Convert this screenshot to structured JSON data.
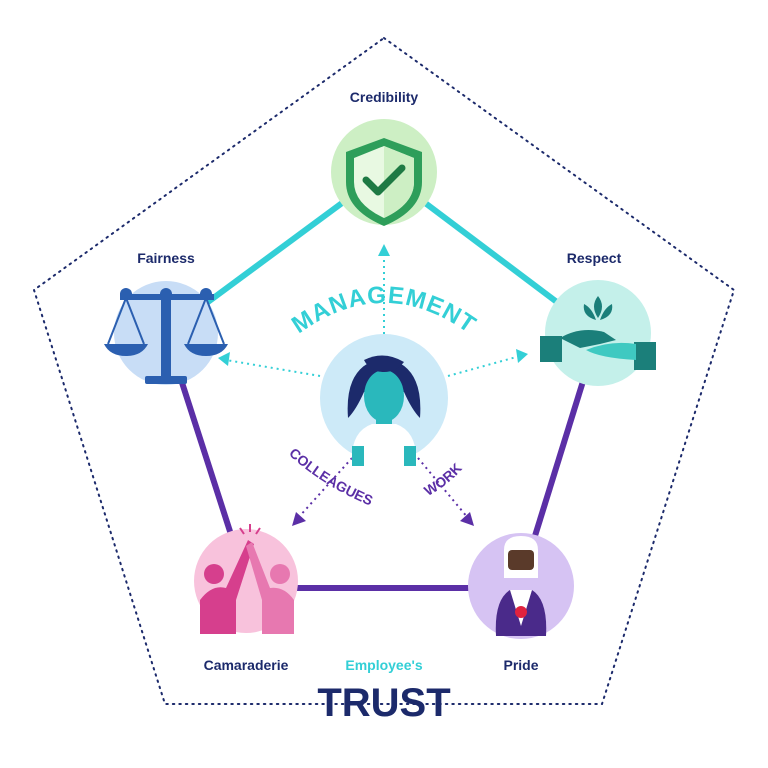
{
  "nodes": {
    "credibility": {
      "label": "Credibility",
      "color": "#cdefc4",
      "accent": "#2e9e5a"
    },
    "fairness": {
      "label": "Fairness",
      "color": "#c8ddf6",
      "accent": "#2b5fb0"
    },
    "respect": {
      "label": "Respect",
      "color": "#c4f0ea",
      "accent": "#1b7f7a"
    },
    "camaraderie": {
      "label": "Camaraderie",
      "color": "#f8c2dc",
      "accent": "#d63f8d"
    },
    "pride": {
      "label": "Pride",
      "color": "#d6c3f3",
      "accent": "#6a3fb3"
    }
  },
  "center": {
    "icon": "employee-avatar-icon",
    "color": "#cdeaf8"
  },
  "arrow_labels": {
    "management": "MANAGEMENT",
    "colleagues": "COLLEAGUES",
    "work": "WORK"
  },
  "footer": {
    "subtitle": "Employee's",
    "title": "TRUST"
  },
  "colors": {
    "navy": "#1c2a6b",
    "teal_line": "#33cfd6",
    "purple_line": "#5b2fa6",
    "teal_text": "#33cfd6",
    "purple_text": "#5b2fa6",
    "dotted": "#1c2a6b"
  }
}
